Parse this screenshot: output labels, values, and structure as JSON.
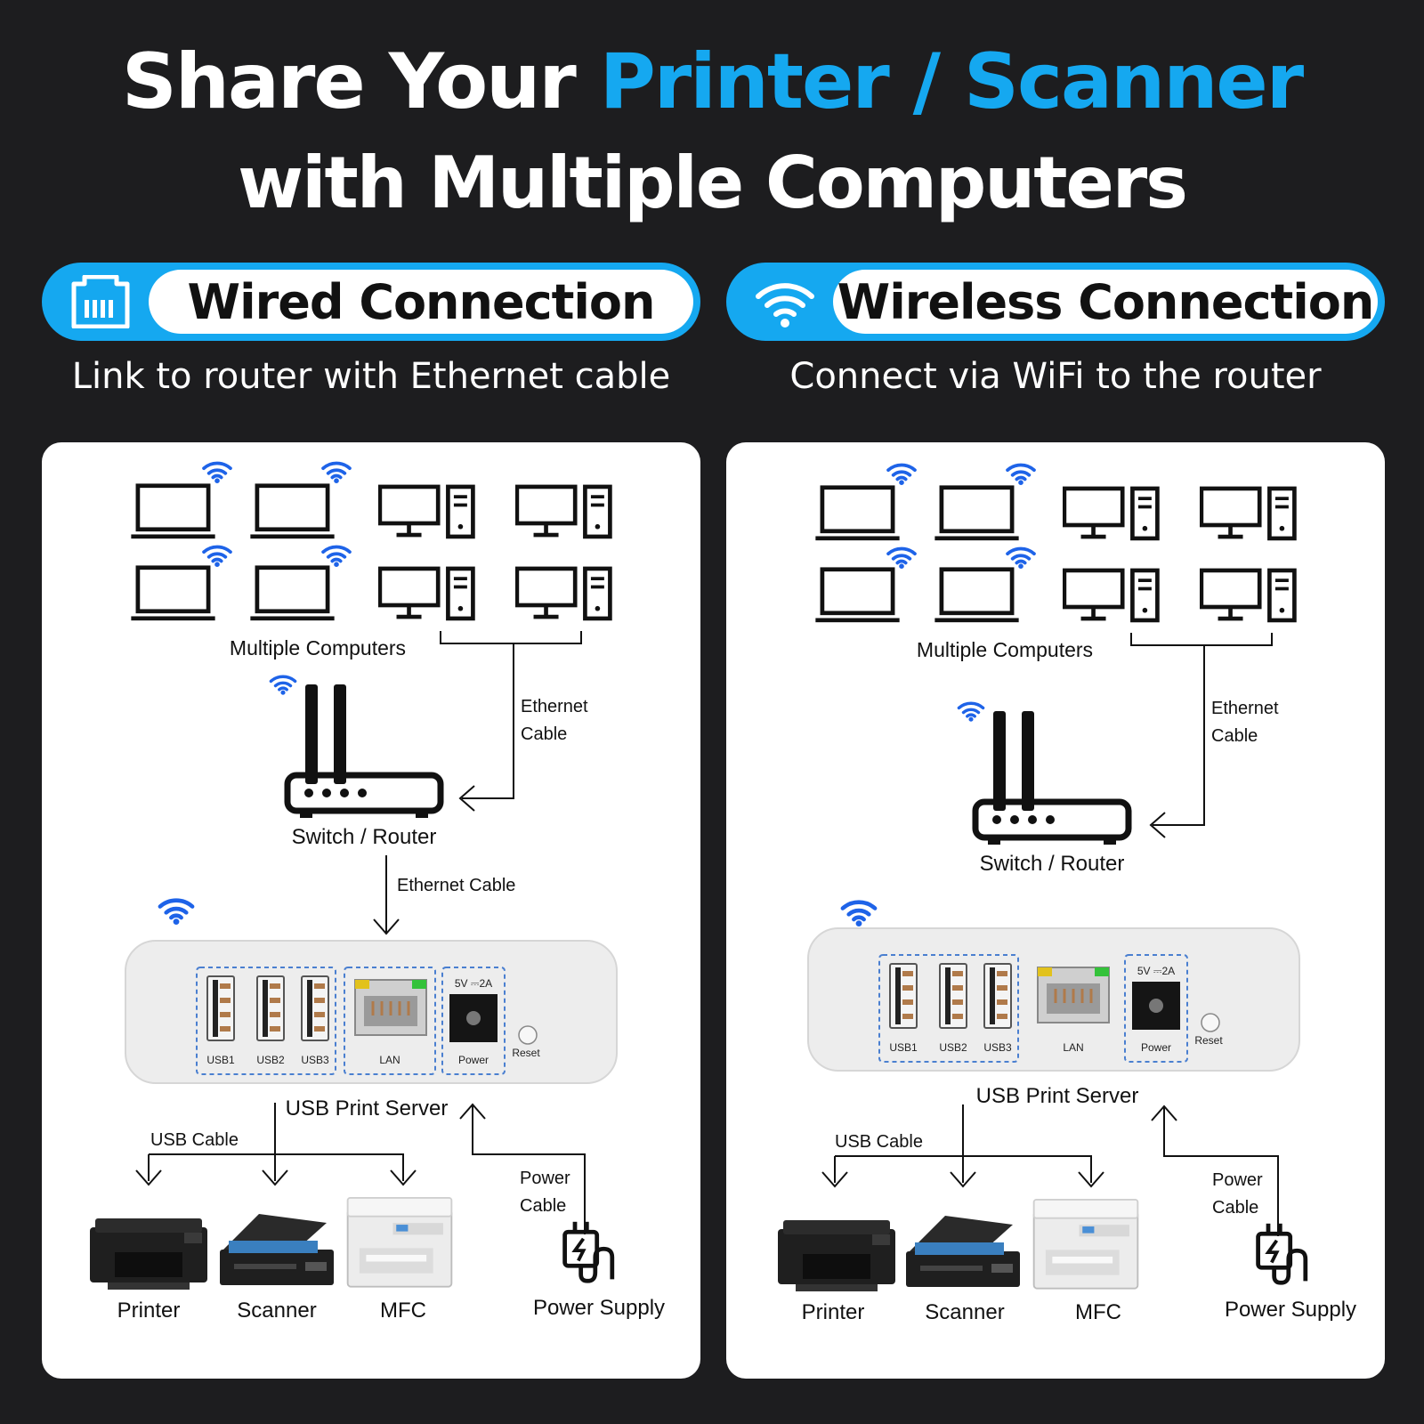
{
  "headline": {
    "part1": "Share Your",
    "part2": "Printer / Scanner",
    "line2": "with Multiple Computers"
  },
  "colors": {
    "background": "#1d1d1f",
    "accent": "#15a8f0",
    "panel": "#ffffff",
    "wifi": "#1e63e8"
  },
  "wired": {
    "title": "Wired Connection",
    "icon": "ethernet-port-icon",
    "subtitle": "Link to router with Ethernet cable"
  },
  "wireless": {
    "title": "Wireless Connection",
    "icon": "wifi-icon",
    "subtitle": "Connect via WiFi to the router"
  },
  "diagram": {
    "computers_label": "Multiple Computers",
    "ethernet_cable_a": "Ethernet",
    "ethernet_cable_b": "Cable",
    "router_label": "Switch / Router",
    "ethernet_cable": "Ethernet Cable",
    "ports": {
      "usb1": "USB1",
      "usb2": "USB2",
      "usb3": "USB3",
      "lan": "LAN",
      "power": "Power",
      "voltage": "5V ⎓2A",
      "reset": "Reset"
    },
    "server_label": "USB Print Server",
    "usb_cable": "USB Cable",
    "power_cable_a": "Power",
    "power_cable_b": "Cable",
    "devices": {
      "printer": "Printer",
      "scanner": "Scanner",
      "mfc": "MFC",
      "power_supply": "Power Supply"
    }
  }
}
